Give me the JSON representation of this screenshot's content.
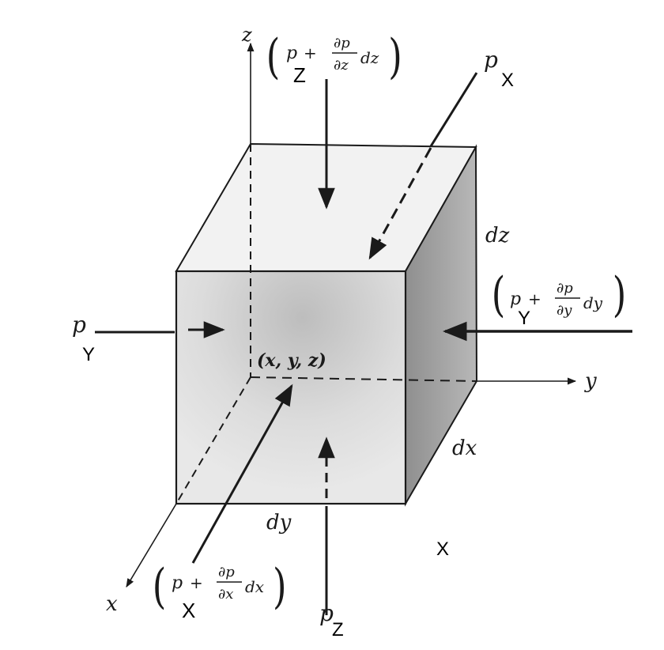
{
  "axes": {
    "x": "x",
    "y": "y",
    "z": "z"
  },
  "point": "(x, y, z)",
  "edges": {
    "dx": "dx",
    "dy": "dy",
    "dz": "dz"
  },
  "pressures": {
    "p": "p",
    "plus": "+",
    "partial_p": "∂p",
    "dz_den": "∂z",
    "dz_mult": "dz",
    "dy_den": "∂y",
    "dy_mult": "dy",
    "dx_den": "∂x",
    "dx_mult": "dx"
  },
  "subscripts": {
    "X": "X",
    "Y": "Y",
    "Z": "Z"
  }
}
